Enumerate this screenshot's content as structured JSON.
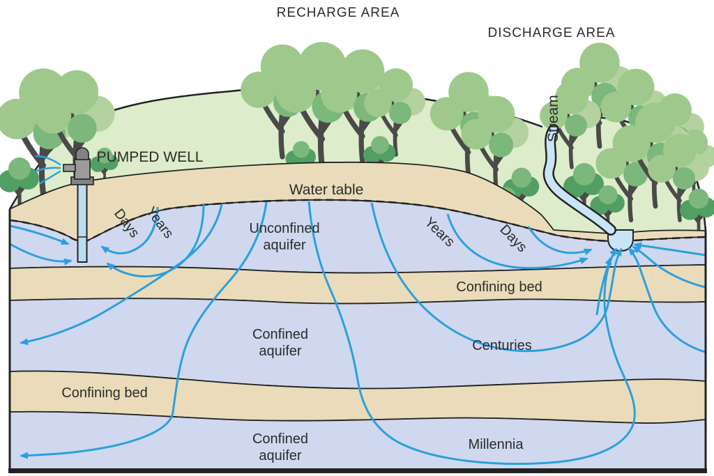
{
  "labels": {
    "recharge_area": "RECHARGE AREA",
    "discharge_area": "DISCHARGE AREA",
    "pumped_well": "PUMPED WELL",
    "stream": "Stream",
    "water_table": "Water table",
    "unconfined_line1": "Unconfined",
    "aquifer_line2": "aquifer",
    "confined_line1": "Confined",
    "confining_bed": "Confining bed",
    "days": "Days",
    "years": "Years",
    "centuries": "Centuries",
    "millennia": "Millennia"
  },
  "colors": {
    "sky": "#ffffff",
    "hill": "#ddecca",
    "soil": "#eadcba",
    "aquifer": "#cfd8ee",
    "stream": "#c9e4f6",
    "flow": "#2b9fe0",
    "outline": "#222222",
    "trunk": "#4a4a4a",
    "green1": "#9fc98c",
    "green2": "#7cb77c",
    "green3": "#519f63",
    "green4": "#b3d2a0",
    "pump": "#9b9b9b",
    "pump_dark": "#828282",
    "pipe": "#bcdcf0",
    "text": "#2b2b2b"
  }
}
